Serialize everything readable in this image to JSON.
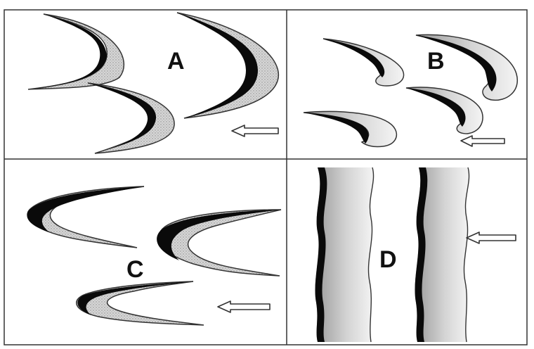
{
  "panels": [
    {
      "id": "A",
      "label": "A"
    },
    {
      "id": "B",
      "label": "B"
    },
    {
      "id": "C",
      "label": "C"
    },
    {
      "id": "D",
      "label": "D"
    }
  ],
  "colors": {
    "background": "#ffffff",
    "outline": "#333333",
    "dark_edge": "#0a0a0a",
    "stipple": "#bdbdbd",
    "grid": "#333333"
  },
  "icons": {
    "arrow": "hollow-arrow-left-icon"
  }
}
